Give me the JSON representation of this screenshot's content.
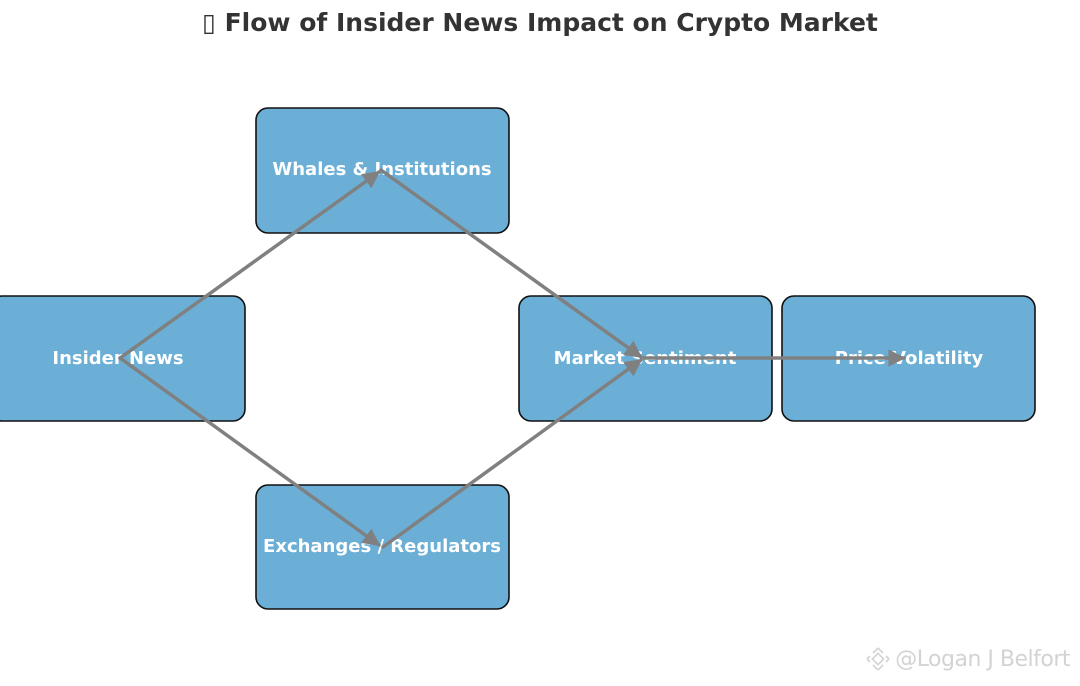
{
  "title": {
    "glyph": "▯",
    "text": "Flow of Insider News Impact on Crypto Market"
  },
  "nodes": {
    "insider_news": "Insider News",
    "whales": "Whales & Institutions",
    "exchanges": "Exchanges / Regulators",
    "sentiment": "Market Sentiment",
    "volatility": "Price Volatility"
  },
  "edges": [
    {
      "from": "Insider News",
      "to": "Whales & Institutions"
    },
    {
      "from": "Insider News",
      "to": "Exchanges / Regulators"
    },
    {
      "from": "Whales & Institutions",
      "to": "Market Sentiment"
    },
    {
      "from": "Exchanges / Regulators",
      "to": "Market Sentiment"
    },
    {
      "from": "Market Sentiment",
      "to": "Price Volatility"
    }
  ],
  "watermark": {
    "icon": "binance-logo-icon",
    "text": "@Logan J Belfort"
  },
  "colors": {
    "node_fill": "#6baed6",
    "node_stroke": "#111111",
    "edge": "#808080",
    "title": "#333333"
  }
}
